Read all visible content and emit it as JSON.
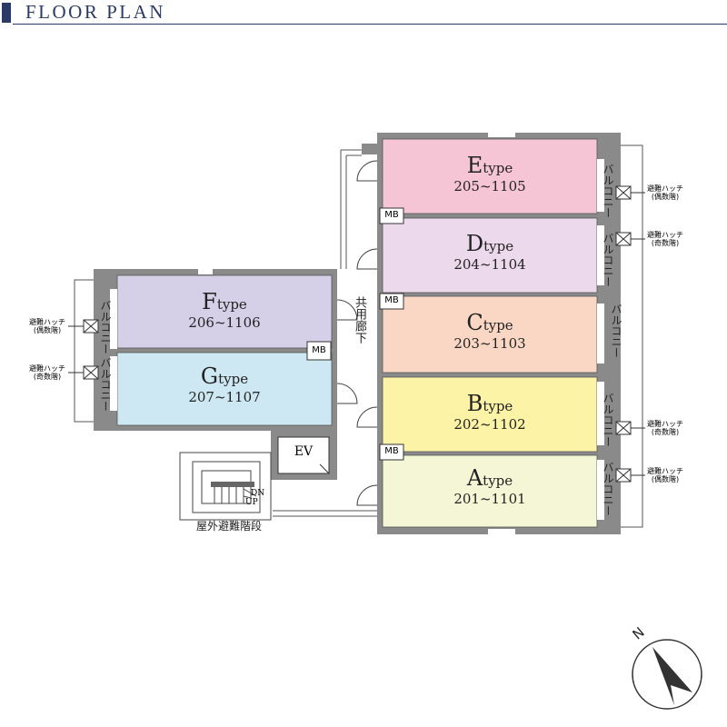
{
  "page": {
    "title": "FLOOR PLAN"
  },
  "colors": {
    "wall": "#888888",
    "outline": "#333333",
    "E": "#f5c5d5",
    "D": "#ecd9ec",
    "C": "#fad7c4",
    "B": "#fcf3a6",
    "A": "#f5f6d6",
    "F": "#d5cfe8",
    "G": "#cde8f2"
  },
  "units": [
    {
      "id": "E",
      "letter": "E",
      "type": "type",
      "range": "205~1105"
    },
    {
      "id": "D",
      "letter": "D",
      "type": "type",
      "range": "204~1104"
    },
    {
      "id": "C",
      "letter": "C",
      "type": "type",
      "range": "203~1103"
    },
    {
      "id": "B",
      "letter": "B",
      "type": "type",
      "range": "202~1102"
    },
    {
      "id": "A",
      "letter": "A",
      "type": "type",
      "range": "201~1101"
    },
    {
      "id": "F",
      "letter": "F",
      "type": "type",
      "range": "206~1106"
    },
    {
      "id": "G",
      "letter": "G",
      "type": "type",
      "range": "207~1107"
    }
  ],
  "labels": {
    "mb": "MB",
    "ev": "EV",
    "balcony": "バルコニー",
    "corridor": "共用廊下",
    "hatch": "避難ハッチ",
    "even_floor": "(偶数階)",
    "odd_floor": "(奇数階)",
    "dn": "DN",
    "up": "UP",
    "stairs": "屋外避難階段",
    "north": "N"
  }
}
